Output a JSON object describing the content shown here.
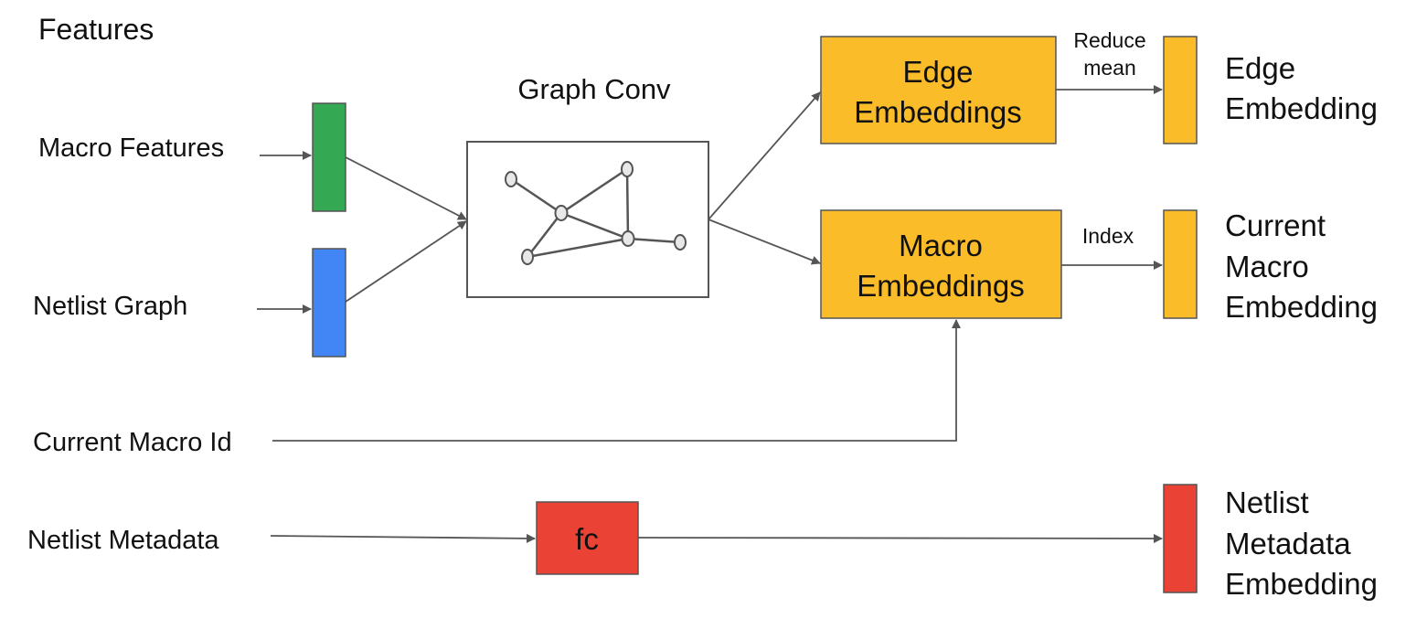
{
  "title": "Features",
  "inputs": {
    "macro_features": "Macro Features",
    "netlist_graph": "Netlist Graph",
    "current_macro_id": "Current Macro Id",
    "netlist_metadata": "Netlist Metadata"
  },
  "graph_conv": {
    "label": "Graph Conv"
  },
  "blocks": {
    "edge_embeddings": [
      "Edge",
      "Embeddings"
    ],
    "macro_embeddings": [
      "Macro",
      "Embeddings"
    ],
    "fc": "fc"
  },
  "operations": {
    "reduce_mean": [
      "Reduce",
      "mean"
    ],
    "index": "Index"
  },
  "outputs": {
    "edge_embedding": [
      "Edge",
      "Embedding"
    ],
    "current_macro_embedding": [
      "Current",
      "Macro",
      "Embedding"
    ],
    "netlist_metadata_embedding": [
      "Netlist",
      "Metadata",
      "Embedding"
    ]
  },
  "colors": {
    "macro_features_bar": "#34a853",
    "netlist_graph_bar": "#4285f4",
    "embeddings": "#fbbc2a",
    "metadata": "#ea4335"
  }
}
